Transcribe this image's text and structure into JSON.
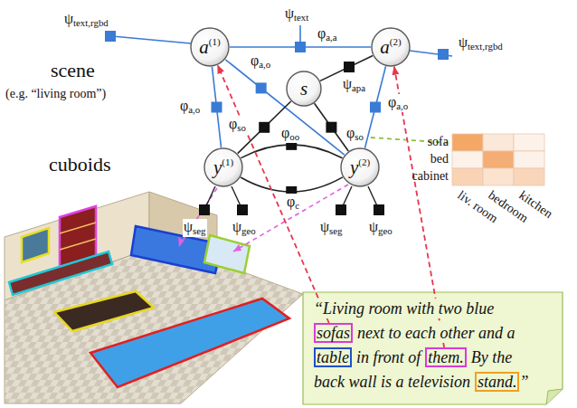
{
  "diagram": {
    "nodes": [
      {
        "text": [
          "a(1)"
        ]
      },
      {
        "text": [
          "a(2)"
        ]
      },
      {
        "text": [
          "s"
        ]
      },
      {
        "text": [
          "y(1)"
        ]
      },
      {
        "text": [
          "y(2)"
        ]
      },
      {
        "text": [
          "“Living room with two blue",
          "next to each other and a",
          "in front of",
          "By the",
          "back wall is a television",
          "”"
        ]
      },
      {
        "text": [
          "sofas"
        ],
        "in": 5
      },
      {
        "text": [
          "table"
        ],
        "in": 5
      },
      {
        "text": [
          "them."
        ],
        "in": 5
      },
      {
        "text": [
          "stand."
        ],
        "in": 5
      }
    ],
    "edges": [
      {
        "from": 0,
        "to": 1,
        "arrow": "none"
      },
      {
        "from": 0,
        "to": 3,
        "arrow": "none"
      },
      {
        "from": 0,
        "to": 4,
        "arrow": "none"
      },
      {
        "from": 1,
        "to": 4,
        "arrow": "none"
      },
      {
        "from": 2,
        "to": 3,
        "arrow": "none"
      },
      {
        "from": 2,
        "to": 4,
        "arrow": "none"
      },
      {
        "from": 2,
        "to": 1,
        "arrow": "none"
      },
      {
        "from": 3,
        "to": 4,
        "arrow": "none"
      },
      {
        "from": 3,
        "to": 4,
        "arrow": "none"
      },
      {
        "from": 6,
        "to": 0,
        "arrow": "to"
      },
      {
        "from": 8,
        "to": 1,
        "arrow": "to"
      }
    ],
    "labels": [
      "ψtext",
      "φa,a",
      "ψtext,rgbd",
      "ψtext,rgbd",
      "φa,o",
      "φa,o",
      "φa,o",
      "ψapa",
      "φso",
      "φso",
      "φoo",
      "φc",
      "ψseg",
      "ψgeo",
      "ψseg",
      "ψgeo",
      "scene",
      "(e.g. “living room”)",
      "cuboids",
      "sofa",
      "bed",
      "cabinet",
      "liv. room",
      "bedroom",
      "kitchen"
    ]
  }
}
